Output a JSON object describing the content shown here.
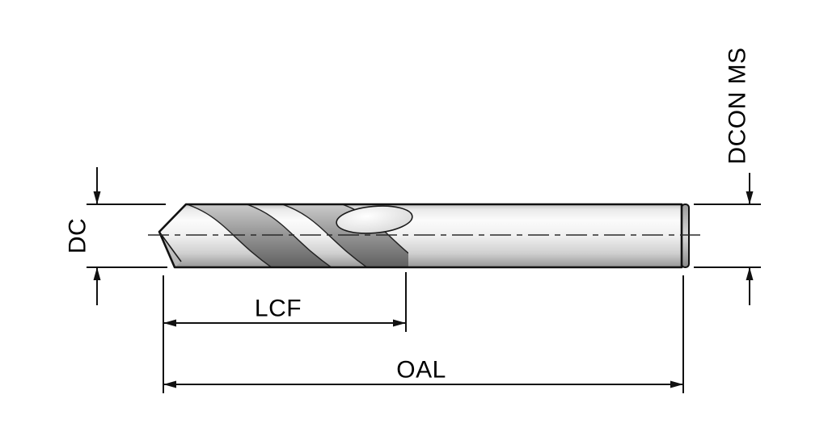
{
  "diagram": {
    "type": "engineering-dimension-drawing",
    "subject": "twist drill side view with dimension callouts",
    "background_color": "#ffffff",
    "line_color": "#111111",
    "metal_light": "#fafafa",
    "metal_dark": "#969696",
    "flute_dark": "#5c5c5c",
    "labels": {
      "dc": "DC",
      "lcf": "LCF",
      "oal": "OAL",
      "dcon_ms": "DCON MS"
    }
  }
}
